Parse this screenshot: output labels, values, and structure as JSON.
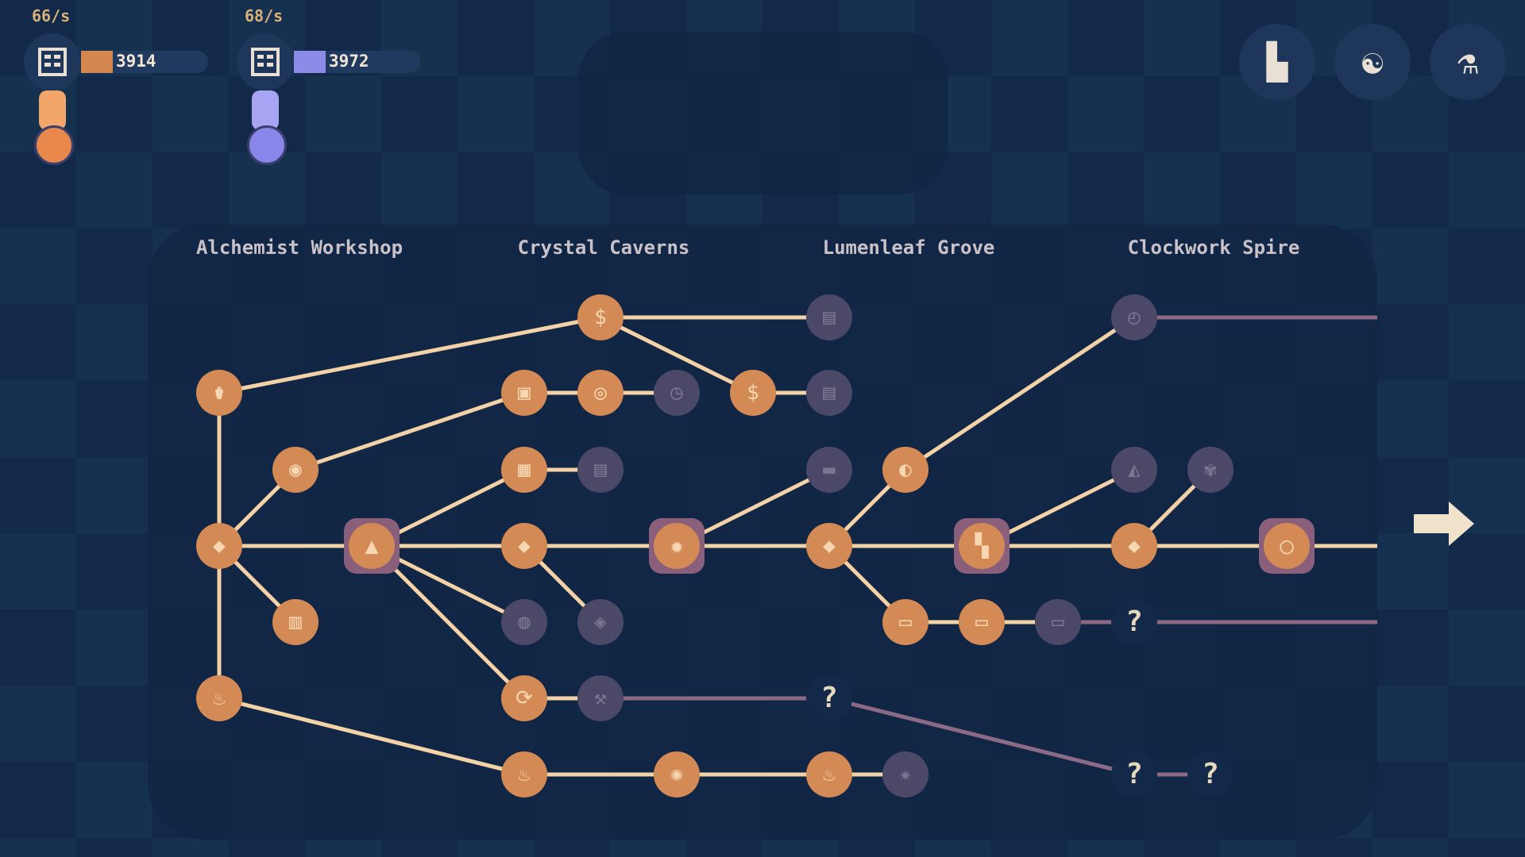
{
  "resources": [
    {
      "rate": "66/s",
      "value": "3914",
      "fill_color": "#d4874f",
      "flask_color": "#e8884a",
      "flask_light": "#f2a66a"
    },
    {
      "rate": "68/s",
      "value": "3972",
      "fill_color": "#8c8ce8",
      "flask_color": "#8a86ea",
      "flask_light": "#a8a4f4"
    }
  ],
  "top_buttons": [
    {
      "icon": "factory-icon",
      "glyph": "▙"
    },
    {
      "icon": "head-gear-icon",
      "glyph": "☯"
    },
    {
      "icon": "test-tubes-icon",
      "glyph": "⚗"
    }
  ],
  "columns": [
    "Alchemist Workshop",
    "Crystal Caverns",
    "Lumenleaf Grove",
    "Clockwork Spire"
  ],
  "nodes": [
    {
      "id": "n1",
      "icon": "potion-icon",
      "glyph": "⚱",
      "state": "active"
    },
    {
      "id": "n2",
      "icon": "eye-icon",
      "glyph": "◉",
      "state": "active"
    },
    {
      "id": "n3",
      "icon": "gem-icon",
      "glyph": "◆",
      "state": "active"
    },
    {
      "id": "n4",
      "icon": "book-icon",
      "glyph": "▥",
      "state": "active"
    },
    {
      "id": "n5",
      "icon": "candle-icon",
      "glyph": "♨",
      "state": "active"
    },
    {
      "id": "n6",
      "icon": "ore-icon",
      "glyph": "▲",
      "state": "active"
    },
    {
      "id": "n7",
      "icon": "money-bag-icon",
      "glyph": "$",
      "state": "active"
    },
    {
      "id": "n8",
      "icon": "frame-icon",
      "glyph": "▣",
      "state": "active"
    },
    {
      "id": "n9",
      "icon": "eye-lash-icon",
      "glyph": "◎",
      "state": "active"
    },
    {
      "id": "n10",
      "icon": "timer-icon",
      "glyph": "◷",
      "state": "locked"
    },
    {
      "id": "n11",
      "icon": "money-bag-icon",
      "glyph": "$",
      "state": "active"
    },
    {
      "id": "n12",
      "icon": "cabinet-icon",
      "glyph": "▤",
      "state": "locked"
    },
    {
      "id": "n13",
      "icon": "cabinet-icon",
      "glyph": "▤",
      "state": "locked"
    },
    {
      "id": "n14",
      "icon": "scroll-icon",
      "glyph": "▦",
      "state": "active"
    },
    {
      "id": "n15",
      "icon": "notepad-icon",
      "glyph": "▤",
      "state": "locked"
    },
    {
      "id": "n16",
      "icon": "gem-icon",
      "glyph": "◆",
      "state": "active"
    },
    {
      "id": "n17",
      "icon": "sun-icon",
      "glyph": "✹",
      "state": "active"
    },
    {
      "id": "n18",
      "icon": "pot-icon",
      "glyph": "◍",
      "state": "locked"
    },
    {
      "id": "n19",
      "icon": "diamond-icon",
      "glyph": "◈",
      "state": "locked"
    },
    {
      "id": "n20",
      "icon": "cycle-icon",
      "glyph": "⟳",
      "state": "active"
    },
    {
      "id": "n21",
      "icon": "wrench-icon",
      "glyph": "⚒",
      "state": "locked"
    },
    {
      "id": "n22",
      "icon": "fire-icon",
      "glyph": "♨",
      "state": "active"
    },
    {
      "id": "n23",
      "icon": "sparkle-icon",
      "glyph": "✺",
      "state": "active"
    },
    {
      "id": "n24",
      "icon": "chip-icon",
      "glyph": "▬",
      "state": "locked"
    },
    {
      "id": "n25",
      "icon": "moon-icon",
      "glyph": "◐",
      "state": "active"
    },
    {
      "id": "n26",
      "icon": "gem-icon",
      "glyph": "◆",
      "state": "active"
    },
    {
      "id": "n27",
      "icon": "console-icon",
      "glyph": "▭",
      "state": "active"
    },
    {
      "id": "n28",
      "icon": "console-icon",
      "glyph": "▭",
      "state": "active"
    },
    {
      "id": "n29",
      "icon": "console-icon",
      "glyph": "▭",
      "state": "locked"
    },
    {
      "id": "n30",
      "icon": "fire-icon",
      "glyph": "♨",
      "state": "active"
    },
    {
      "id": "n31",
      "icon": "sun-dim-icon",
      "glyph": "✷",
      "state": "locked"
    },
    {
      "id": "n32",
      "icon": "clock-icon",
      "glyph": "◴",
      "state": "locked"
    },
    {
      "id": "n33",
      "icon": "cat-icon",
      "glyph": "◭",
      "state": "locked"
    },
    {
      "id": "n34",
      "icon": "palm-icon",
      "glyph": "✾",
      "state": "locked"
    },
    {
      "id": "n35",
      "icon": "gem-icon",
      "glyph": "◆",
      "state": "active"
    },
    {
      "id": "n36",
      "icon": "ring-icon",
      "glyph": "◯",
      "state": "active"
    },
    {
      "id": "n37",
      "icon": "mystery-icon",
      "glyph": "?",
      "state": "unknown"
    },
    {
      "id": "n38",
      "icon": "mystery-icon",
      "glyph": "?",
      "state": "unknown"
    },
    {
      "id": "n39",
      "icon": "mystery-icon",
      "glyph": "?",
      "state": "unknown"
    },
    {
      "id": "n40",
      "icon": "mystery-icon",
      "glyph": "?",
      "state": "unknown"
    },
    {
      "id": "n41",
      "icon": "dashboard-icon",
      "glyph": "▚",
      "state": "active"
    }
  ],
  "colors": {
    "edge_active": "#f2d2a6",
    "edge_locked": "#8b6a85"
  }
}
